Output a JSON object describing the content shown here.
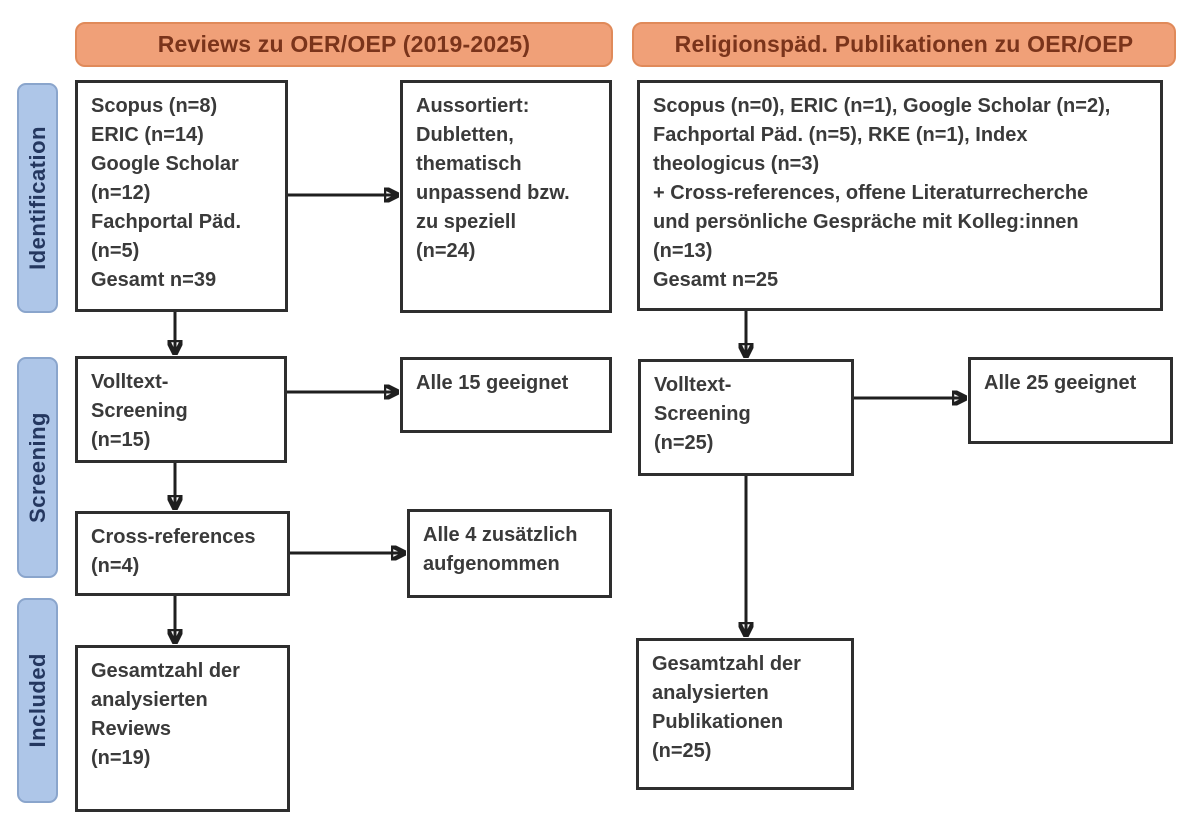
{
  "diagram": {
    "columns": [
      {
        "header": "Reviews zu OER/OEP (2019-2025)"
      },
      {
        "header": "Religionspäd. Publikationen zu OER/OEP"
      }
    ],
    "stages": [
      "Identification",
      "Screening",
      "Included"
    ],
    "left": {
      "sources": "Scopus (n=8)\nERIC (n=14)\nGoogle Scholar\n(n=12)\nFachportal Päd.\n(n=5)\nGesamt n=39",
      "excluded": "Aussortiert:\nDubletten,\nthematisch\nunpassend bzw.\nzu speziell\n(n=24)",
      "fulltext": "Volltext-\nScreening\n(n=15)",
      "fulltext_result": "Alle 15 geeignet",
      "crossref": "Cross-references\n(n=4)",
      "crossref_result": "Alle 4 zusätzlich\naufgenommen",
      "included": "Gesamtzahl der\nanalysierten\nReviews\n(n=19)"
    },
    "right": {
      "sources": "Scopus (n=0), ERIC (n=1), Google Scholar (n=2),\nFachportal Päd. (n=5), RKE (n=1), Index\ntheologicus (n=3)\n+ Cross-references, offene Literaturrecherche\nund persönliche Gespräche mit Kolleg:innen\n(n=13)\nGesamt n=25",
      "fulltext": "Volltext-\nScreening\n(n=25)",
      "fulltext_result": "Alle 25 geeignet",
      "included": "Gesamtzahl der\nanalysierten\nPublikationen\n(n=25)"
    },
    "colors": {
      "header_fill": "#F0A078",
      "header_border": "#E08A5A",
      "header_text": "#7A341B",
      "stage_fill": "#AEC6E8",
      "stage_border": "#8AA5CC",
      "stage_text": "#24375F",
      "box_border": "#2E2E2E",
      "box_text": "#3A3A3A",
      "arrow": "#1F1F1F",
      "background": "#FFFFFF"
    }
  }
}
